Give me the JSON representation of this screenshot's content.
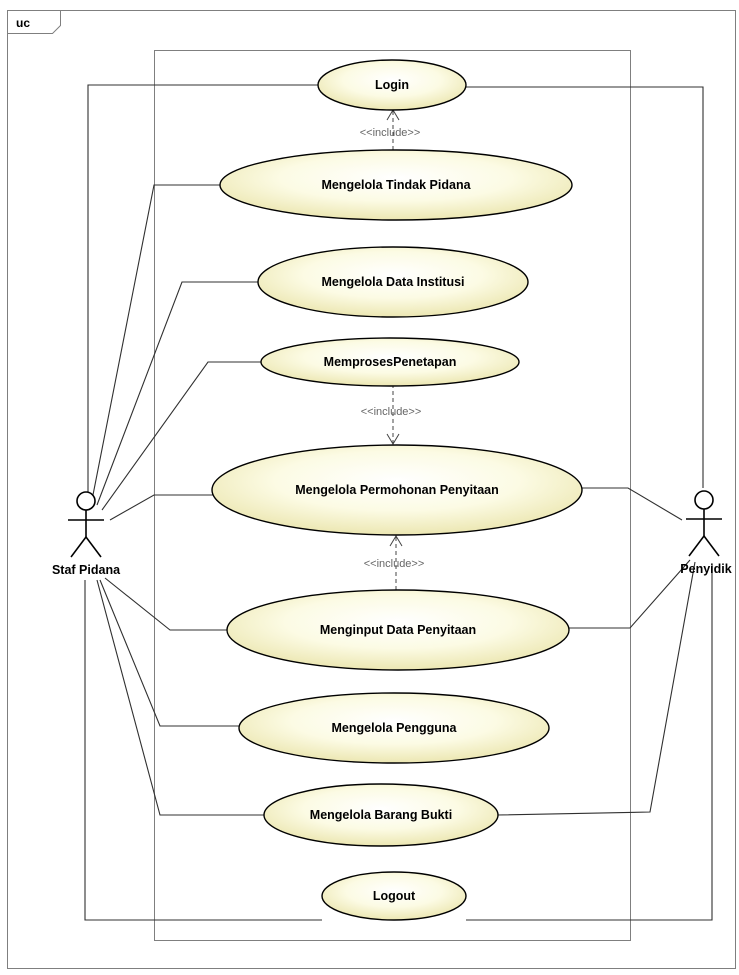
{
  "frame": {
    "tag": "uc"
  },
  "actors": {
    "staf_pidana": "Staf Pidana",
    "penyidik": "Penyidik"
  },
  "use_cases": [
    "Login",
    "Mengelola Tindak Pidana",
    "Mengelola Data Institusi",
    "MemprosesPenetapan",
    "Mengelola Permohonan Penyitaan",
    "Menginput Data Penyitaan",
    "Mengelola Pengguna",
    "Mengelola Barang Bukti",
    "Logout"
  ],
  "include_label": "<<include>>",
  "colors": {
    "usecase_fill_light": "#fffff2",
    "usecase_fill_dark": "#f2eebb",
    "frame": "#7f7f7f"
  }
}
